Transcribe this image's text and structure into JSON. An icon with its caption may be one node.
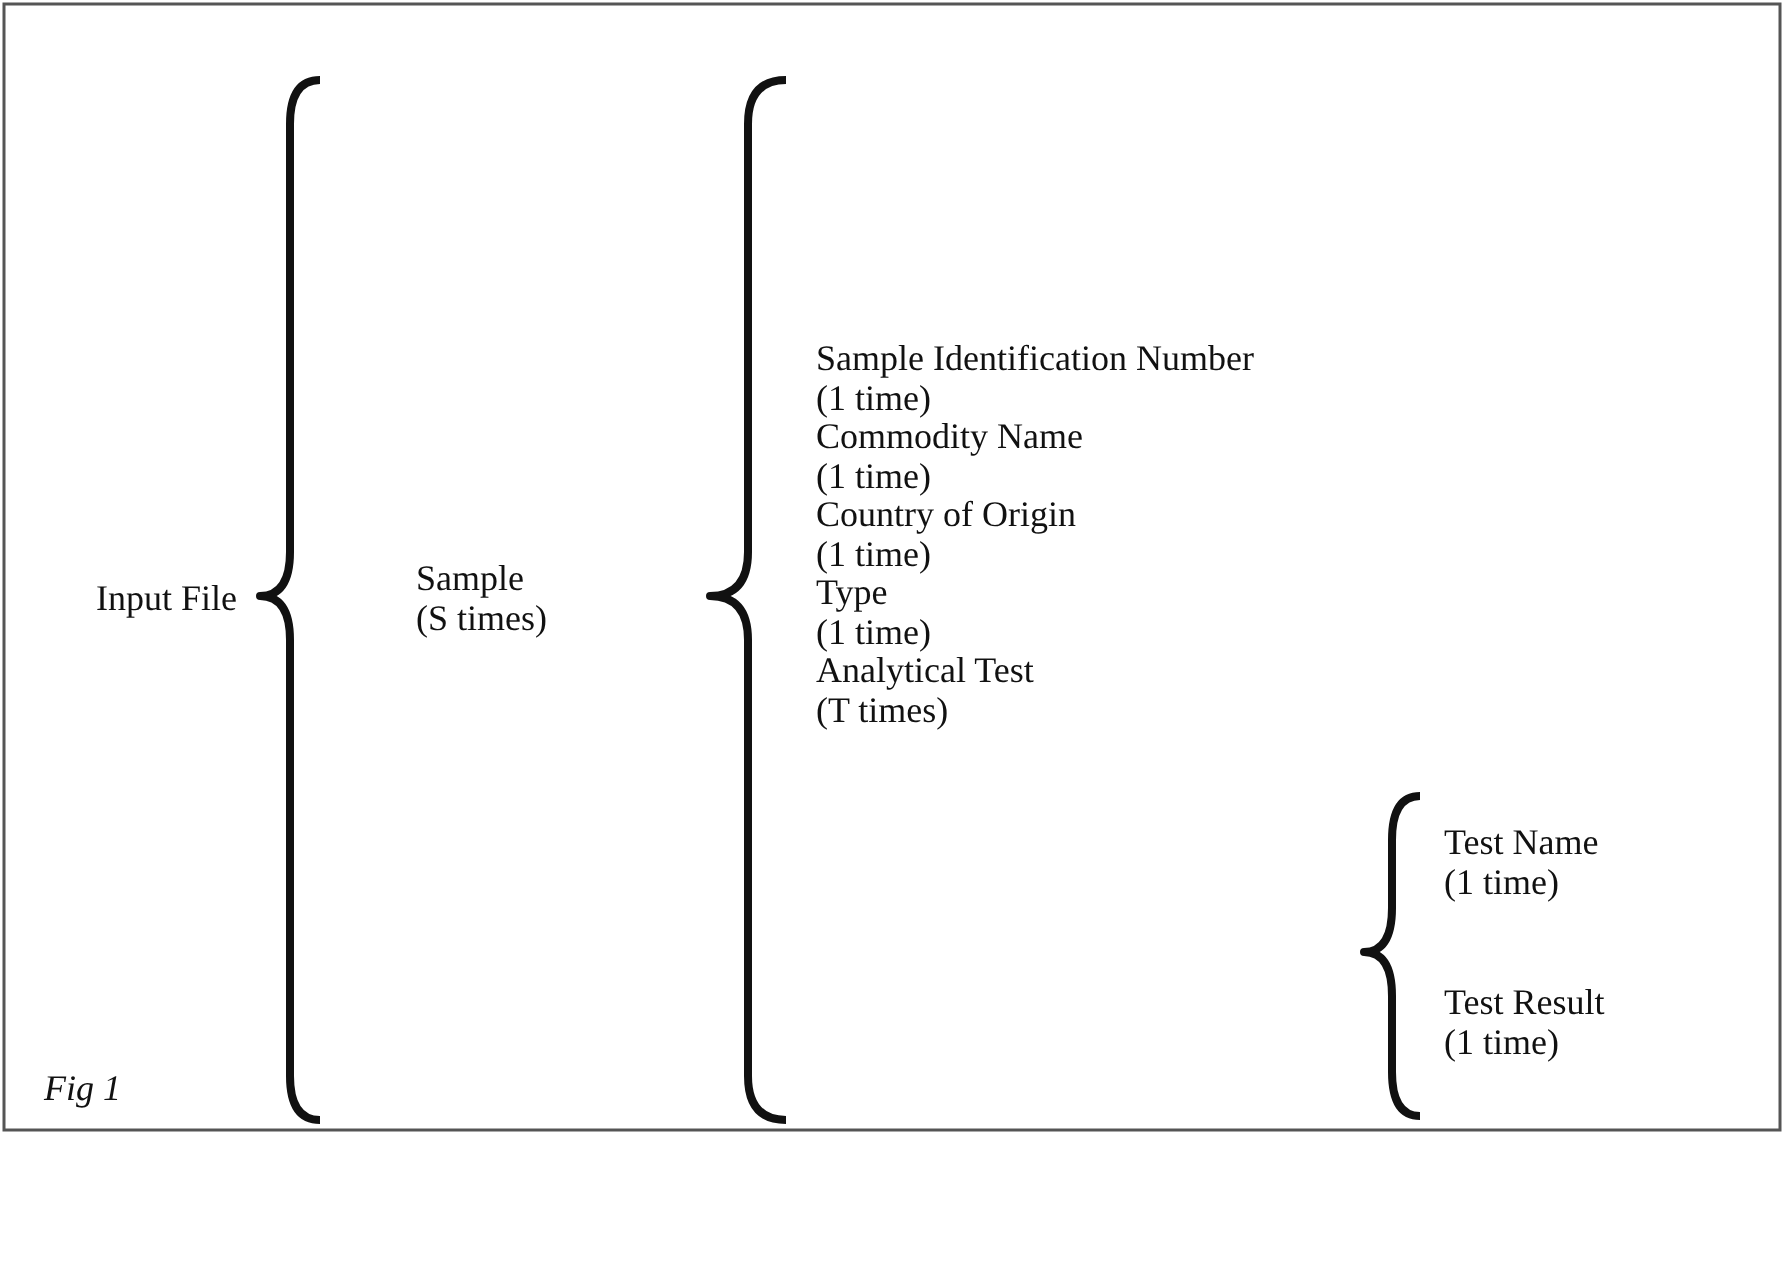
{
  "diagram": {
    "caption": "Fig 1",
    "labels": [
      "Input File",
      "Sample (S times)",
      "Sample Identification Number (1 time)",
      "Commodity Name (1 time)",
      "Country of Origin (1 time)",
      "Type (1 time)",
      "Analytical Test (T times)",
      "Test Name (1 time)",
      "Test Result (1 time)"
    ]
  }
}
